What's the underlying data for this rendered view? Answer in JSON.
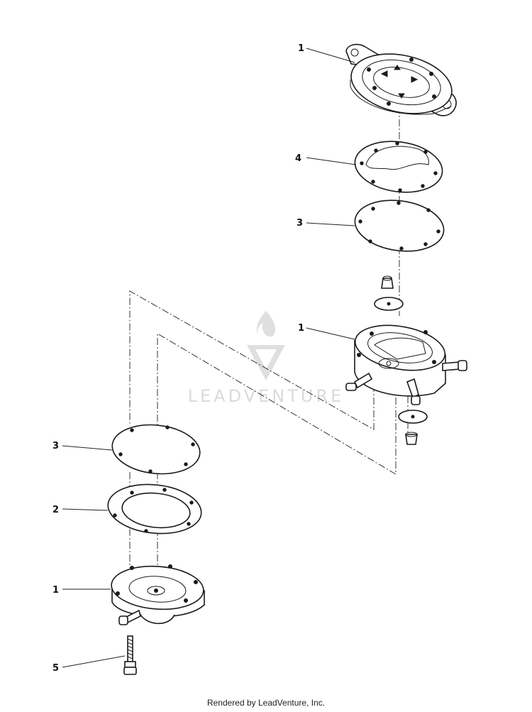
{
  "callouts": {
    "c1_top": "1",
    "c4": "4",
    "c3_upper": "3",
    "c1_mid": "1",
    "c3_lower": "3",
    "c2": "2",
    "c1_bottom": "1",
    "c5": "5"
  },
  "watermark": {
    "brand": "LEADVENTURE"
  },
  "footer": {
    "credit": "Rendered by LeadVenture, Inc."
  }
}
